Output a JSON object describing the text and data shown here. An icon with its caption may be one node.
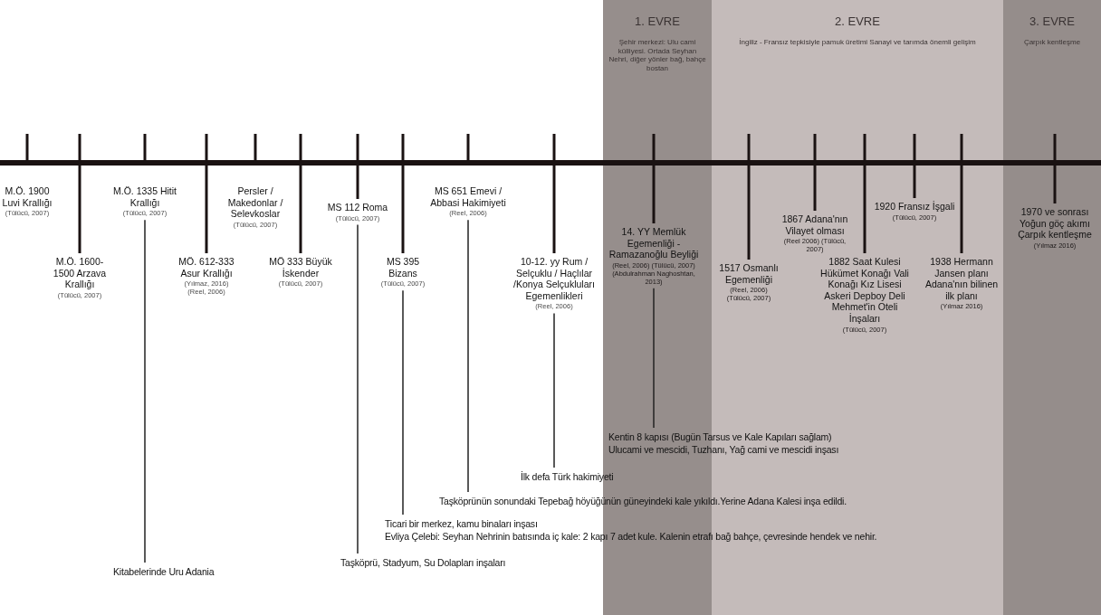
{
  "diagram": {
    "nodes": [
      {
        "text": [
          "1. EVRE",
          "Şehir merkezi: Ulu cami külliyesi. Ortada Seyhan Nehri, diğer yönler bağ, bahçe bostan"
        ]
      },
      {
        "text": [
          "2. EVRE",
          "İngiliz - Fransız tepkisiyle pamuk üretimi Sanayi ve tarımda önemli gelişim"
        ]
      },
      {
        "text": [
          "3. EVRE",
          "Çarpık kentleşme"
        ]
      },
      {
        "text": [
          "M.Ö. 1900 Luvi Krallığı",
          "(Tülücü, 2007)"
        ]
      },
      {
        "text": [
          "M.Ö. 1600-1500 Arzava Krallığı",
          "(Tülücü, 2007)"
        ]
      },
      {
        "text": [
          "M.Ö. 1335 Hitit Krallığı",
          "(Tülücü, 2007)"
        ]
      },
      {
        "text": [
          "MÖ. 612-333 Asur Krallığı",
          "(Yılmaz, 2016) (Reel, 2006)"
        ]
      },
      {
        "text": [
          "Persler / Makedonlar / Selevkoslar",
          "(Tülücü, 2007)"
        ]
      },
      {
        "text": [
          "MÖ 333 Büyük İskender",
          "(Tülücü, 2007)"
        ]
      },
      {
        "text": [
          "MS 112 Roma",
          "(Tülücü, 2007)"
        ]
      },
      {
        "text": [
          "MS 395 Bizans",
          "(Tülücü, 2007)"
        ]
      },
      {
        "text": [
          "MS 651 Emevi / Abbasi Hakimiyeti",
          "(Reel, 2006)"
        ]
      },
      {
        "text": [
          "10-12. yy Rum / Selçuklu / Haçlılar /Konya Selçukluları Egemenlikleri",
          "(Reel, 2006)"
        ]
      },
      {
        "text": [
          "14. YY Memlük Egemenliği - Ramazanoğlu Beyliği",
          "(Reel, 2006) (Tülücü, 2007) (Abdulrahman Naghoshtan, 2013)"
        ],
        "in": 0
      },
      {
        "text": [
          "1517 Osmanlı Egemenliği",
          "(Reel, 2006) (Tülücü, 2007)"
        ],
        "in": 1
      },
      {
        "text": [
          "1867 Adana'nın Vilayet olması",
          "(Reel 2006) (Tülücü, 2007)"
        ],
        "in": 1
      },
      {
        "text": [
          "1882 Saat Kulesi Hükümet Konağı Vali Konağı Kız Lisesi Askeri Depboy Deli Mehmet'in Oteli İnşaları",
          "(Tülücü, 2007)"
        ],
        "in": 1
      },
      {
        "text": [
          "1920 Fransız İşgali",
          "(Tülücü, 2007)"
        ],
        "in": 1
      },
      {
        "text": [
          "1938 Hermann Jansen planı Adana'nın bilinen ilk planı",
          "(Yılmaz 2016)"
        ],
        "in": 1
      },
      {
        "text": [
          "1970 ve sonrası Yoğun göç akımı Çarpık kentleşme",
          "(Yılmaz 2016)"
        ],
        "in": 2
      },
      {
        "text": [
          "Kitabelerinde Uru Adania"
        ]
      },
      {
        "text": [
          "Taşköprü, Stadyum, Su Dolapları inşaları"
        ]
      },
      {
        "text": [
          "Ticari bir merkez, kamu binaları inşası",
          "Evliya Çelebi: Seyhan Nehrinin batısında iç kale: 2 kapı 7 adet kule. Kalenin etrafı bağ bahçe, çevresinde hendek ve nehir."
        ]
      },
      {
        "text": [
          "Taşköprünün sonundaki Tepebağ höyüğünün güneyindeki kale yıkıldı.Yerine Adana Kalesi inşa edildi."
        ]
      },
      {
        "text": [
          "İlk defa Türk hakimiyeti"
        ]
      },
      {
        "text": [
          "Kentin 8 kapısı (Bugün Tarsus ve Kale Kapıları sağlam)",
          "Ulucami ve mescidi, Tuzhanı, Yağ cami ve mescidi inşası"
        ]
      }
    ],
    "edges": [
      {
        "from": 5,
        "to": 20,
        "arrow": "none"
      },
      {
        "from": 9,
        "to": 21,
        "arrow": "none"
      },
      {
        "from": 10,
        "to": 22,
        "arrow": "none"
      },
      {
        "from": 11,
        "to": 23,
        "arrow": "none"
      },
      {
        "from": 12,
        "to": 24,
        "arrow": "none"
      },
      {
        "from": 13,
        "to": 25,
        "arrow": "none"
      }
    ]
  }
}
